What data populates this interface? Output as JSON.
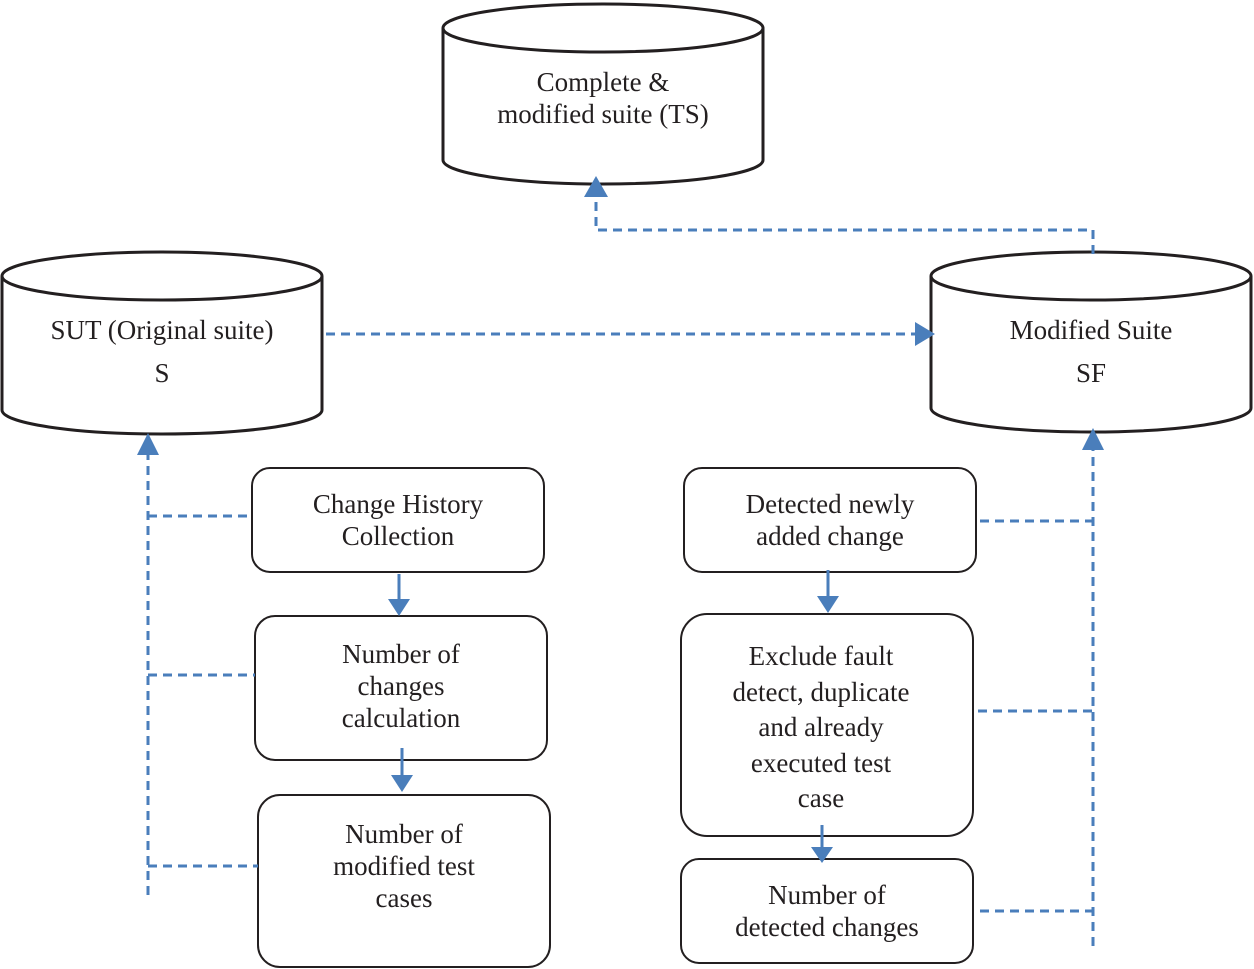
{
  "colors": {
    "connector": "#4a7ebb",
    "outline": "#231f20",
    "text": "#231f20",
    "background": "#ffffff"
  },
  "databases": {
    "complete_suite": {
      "lines": [
        "Complete &",
        "modified suite (TS)"
      ]
    },
    "original_suite": {
      "lines": [
        "SUT (Original suite)",
        "S"
      ]
    },
    "modified_suite": {
      "lines": [
        "Modified Suite",
        "SF"
      ]
    }
  },
  "left_process": [
    {
      "lines": [
        "Change History",
        "Collection"
      ]
    },
    {
      "lines": [
        "Number of",
        "changes",
        "calculation"
      ]
    },
    {
      "lines": [
        "Number of",
        "modified test",
        "cases"
      ]
    }
  ],
  "right_process": [
    {
      "lines": [
        "Detected newly",
        "added change"
      ]
    },
    {
      "lines": [
        "Exclude fault",
        "detect, duplicate",
        "and already",
        "executed test",
        "case"
      ]
    },
    {
      "lines": [
        "Number of",
        "detected changes"
      ]
    }
  ]
}
